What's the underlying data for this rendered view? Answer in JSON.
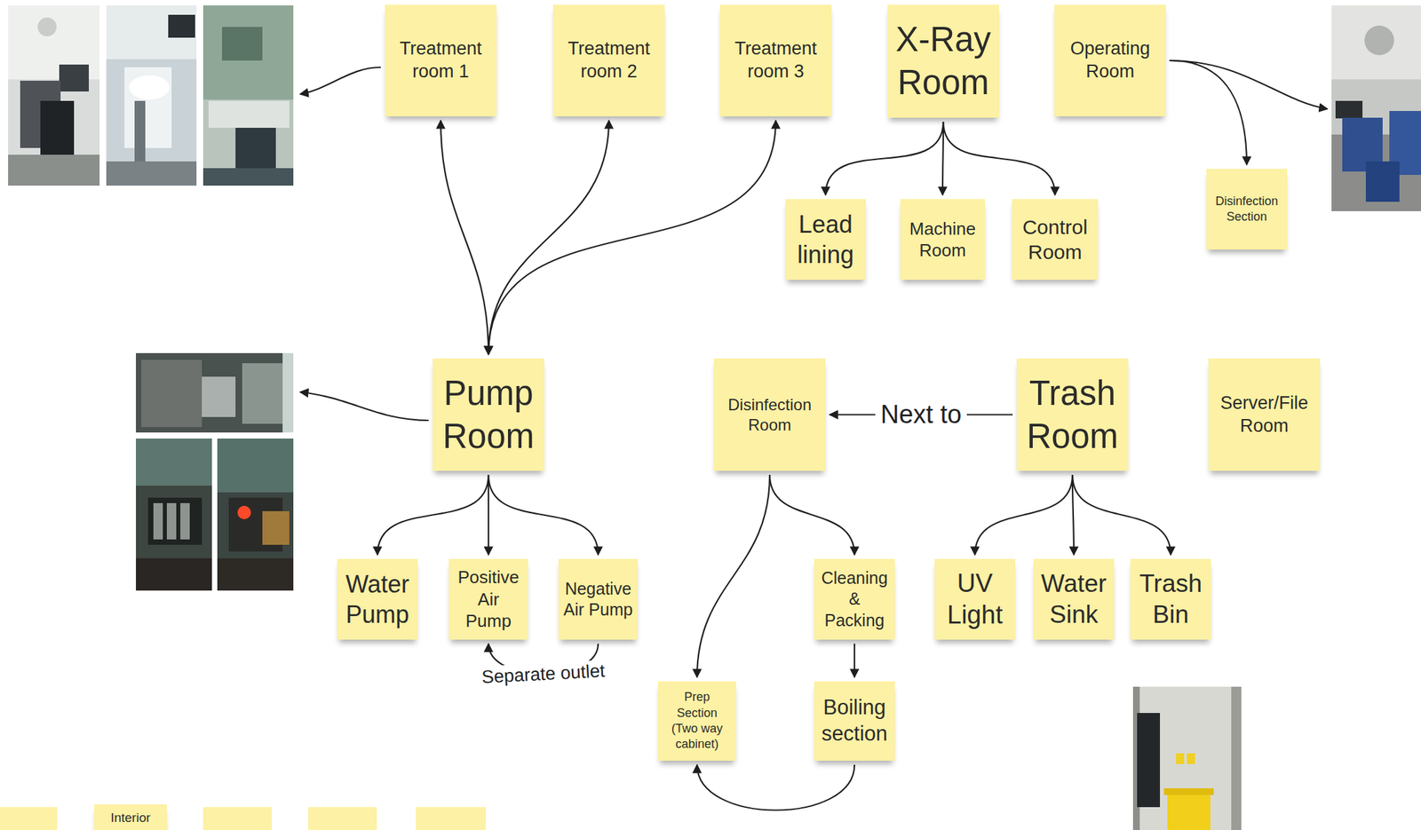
{
  "diagram": {
    "nodes": [
      {
        "text": [
          "Treatment room 1"
        ]
      },
      {
        "text": [
          "Treatment room 2"
        ]
      },
      {
        "text": [
          "Treatment room 3"
        ]
      },
      {
        "text": [
          "X-Ray Room"
        ]
      },
      {
        "text": [
          "Operating Room"
        ]
      },
      {
        "text": [
          "Lead lining"
        ]
      },
      {
        "text": [
          "Machine Room"
        ]
      },
      {
        "text": [
          "Control Room"
        ]
      },
      {
        "text": [
          "Disinfection Section"
        ]
      },
      {
        "text": [
          "Pump Room"
        ]
      },
      {
        "text": [
          "Disinfection Room"
        ]
      },
      {
        "text": [
          "Trash Room"
        ]
      },
      {
        "text": [
          "Server/File Room"
        ]
      },
      {
        "text": [
          "Water Pump"
        ]
      },
      {
        "text": [
          "Positive Air Pump"
        ]
      },
      {
        "text": [
          "Negative Air Pump"
        ]
      },
      {
        "text": [
          "Cleaning & Packing"
        ]
      },
      {
        "text": [
          "UV Light"
        ]
      },
      {
        "text": [
          "Water Sink"
        ]
      },
      {
        "text": [
          "Trash Bin"
        ]
      },
      {
        "text": [
          "Prep Section (Two way cabinet)"
        ]
      },
      {
        "text": [
          "Boiling section"
        ]
      },
      {
        "text": [
          "Interior"
        ]
      }
    ],
    "edges": [
      {
        "from": 9,
        "to": 0,
        "arrow": "both"
      },
      {
        "from": 9,
        "to": 1,
        "arrow": "both"
      },
      {
        "from": 9,
        "to": 2,
        "arrow": "both"
      },
      {
        "from": 3,
        "to": 5,
        "arrow": "to"
      },
      {
        "from": 3,
        "to": 6,
        "arrow": "to"
      },
      {
        "from": 3,
        "to": 7,
        "arrow": "to"
      },
      {
        "from": 4,
        "to": 8,
        "arrow": "to"
      },
      {
        "from": 9,
        "to": 13,
        "arrow": "to"
      },
      {
        "from": 9,
        "to": 14,
        "arrow": "to"
      },
      {
        "from": 9,
        "to": 15,
        "arrow": "to"
      },
      {
        "from": 15,
        "to": 14,
        "label": "Separate outlet",
        "arrow": "to"
      },
      {
        "from": 11,
        "to": 10,
        "label": "Next to",
        "arrow": "to"
      },
      {
        "from": 10,
        "to": 20,
        "arrow": "to"
      },
      {
        "from": 10,
        "to": 16,
        "arrow": "to"
      },
      {
        "from": 16,
        "to": 21,
        "arrow": "to"
      },
      {
        "from": 21,
        "to": 20,
        "arrow": "to"
      },
      {
        "from": 11,
        "to": 17,
        "arrow": "to"
      },
      {
        "from": 11,
        "to": 18,
        "arrow": "to"
      },
      {
        "from": 11,
        "to": 19,
        "arrow": "to"
      }
    ]
  }
}
